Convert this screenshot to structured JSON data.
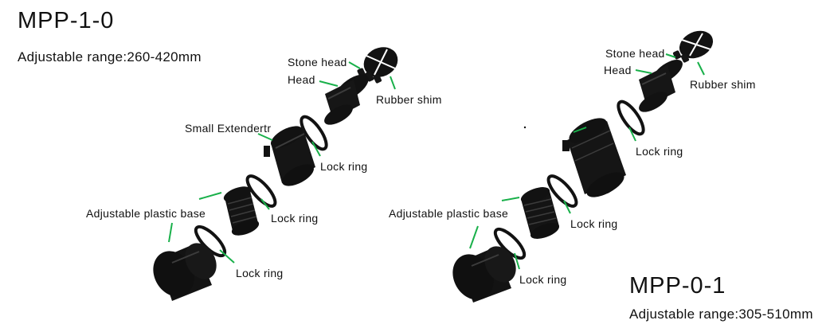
{
  "colors": {
    "part": "#121212",
    "part_highlight": "#3c3c3c",
    "leader_line": "#19b04a",
    "text": "#111111"
  },
  "left_assembly": {
    "title": "MPP-1-0",
    "range": "Adjustable range:260-420mm",
    "labels": {
      "stone_head": "Stone head",
      "head": "Head",
      "rubber_shim": "Rubber shim",
      "small_extender": "Small Extendertr",
      "lock_ring_1": "Lock ring",
      "lock_ring_2": "Lock ring",
      "lock_ring_3": "Lock ring",
      "plastic_base": "Adjustable plastic base"
    }
  },
  "right_assembly": {
    "title": "MPP-0-1",
    "range": "Adjustable range:305-510mm",
    "labels": {
      "stone_head": "Stone head",
      "head": "Head",
      "rubber_shim": "Rubber shim",
      "lock_ring_1": "Lock ring",
      "lock_ring_2": "Lock ring",
      "lock_ring_3": "Lock ring",
      "plastic_base": "Adjustable plastic base"
    }
  }
}
